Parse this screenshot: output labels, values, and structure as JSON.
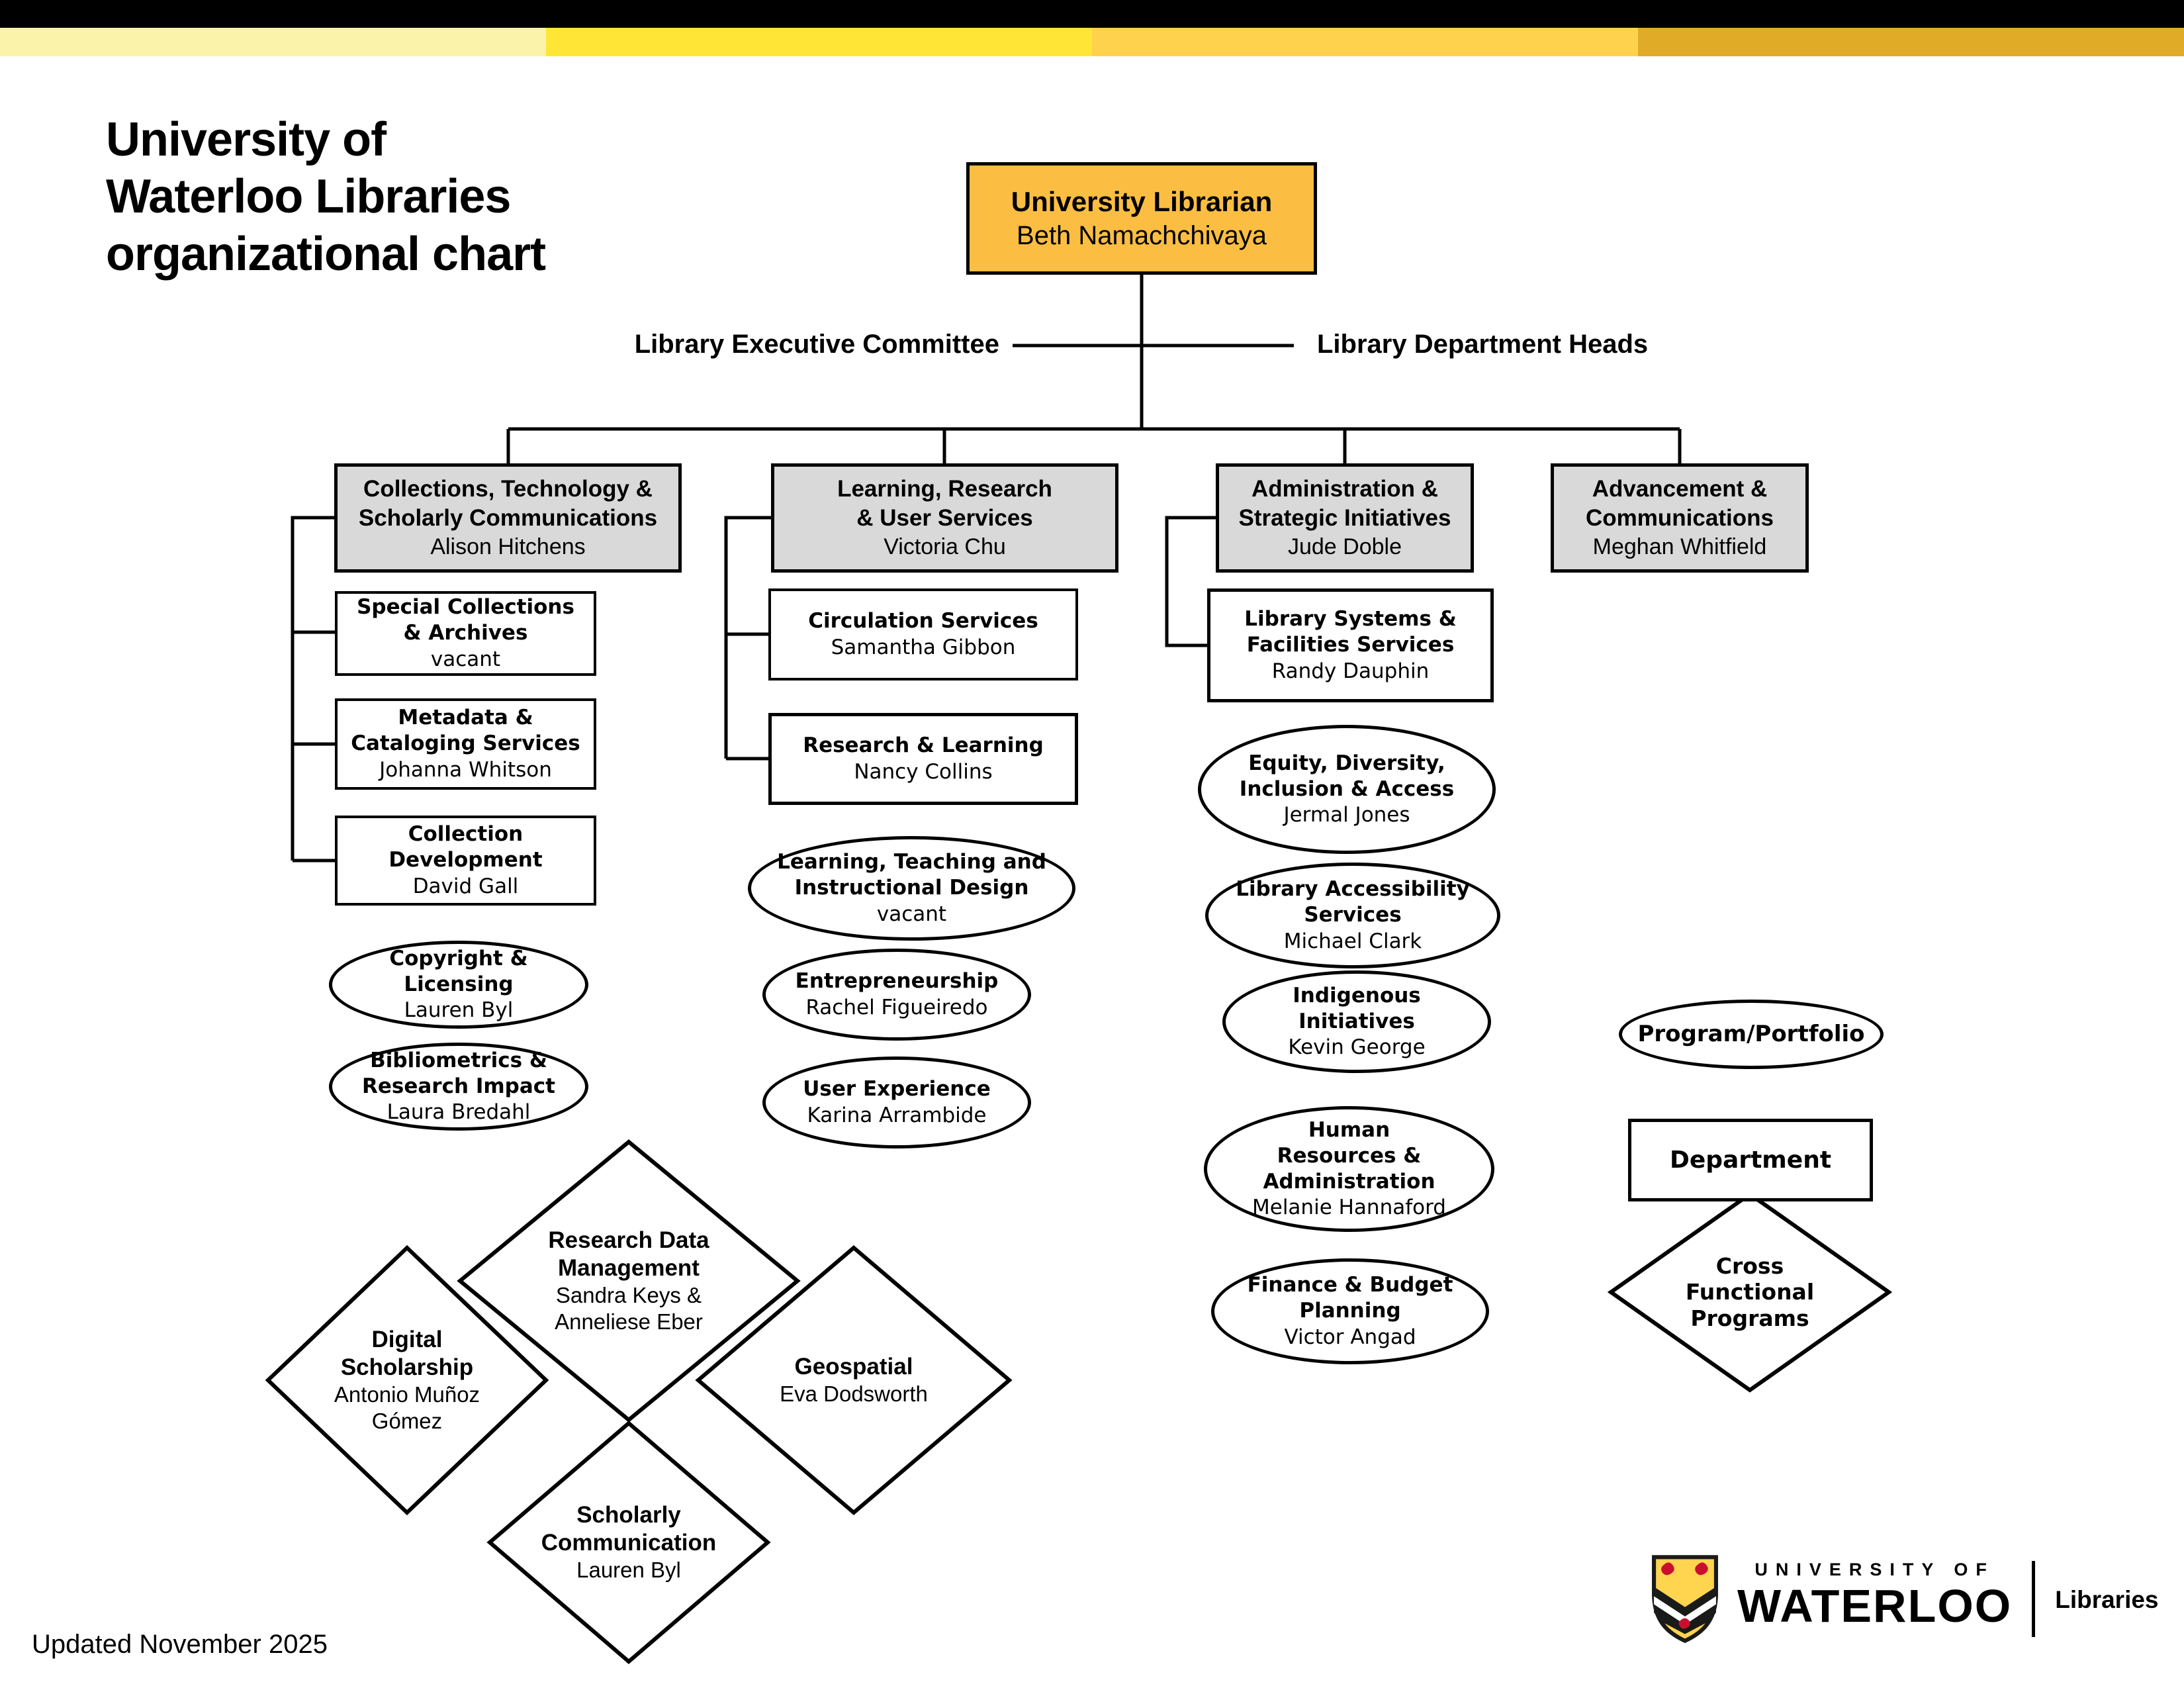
{
  "header": {
    "title": "University of\nWaterloo Libraries\norganizational chart"
  },
  "committee_labels": {
    "left": "Library Executive Committee",
    "right": "Library Department Heads"
  },
  "nodes": {
    "university_librarian": {
      "title": "University Librarian",
      "name": "Beth Namachchivaya"
    },
    "collections": {
      "title": "Collections, Technology &\nScholarly Communications",
      "name": "Alison Hitchens"
    },
    "learning": {
      "title": "Learning, Research\n& User Services",
      "name": "Victoria Chu"
    },
    "admin": {
      "title": "Administration &\nStrategic Initiatives",
      "name": "Jude Doble"
    },
    "advancement": {
      "title": "Advancement &\nCommunications",
      "name": "Meghan Whitfield"
    },
    "special_collections": {
      "title": "Special Collections\n& Archives",
      "name": "vacant"
    },
    "metadata": {
      "title": "Metadata &\nCataloging Services",
      "name": "Johanna Whitson"
    },
    "collection_development": {
      "title": "Collection\nDevelopment",
      "name": "David Gall"
    },
    "copyright": {
      "title": "Copyright &\nLicensing",
      "name": "Lauren Byl"
    },
    "bibliometrics": {
      "title": "Bibliometrics &\nResearch Impact",
      "name": "Laura Bredahl"
    },
    "circulation": {
      "title": "Circulation Services",
      "name": "Samantha Gibbon"
    },
    "research_learning": {
      "title": "Research & Learning",
      "name": "Nancy Collins"
    },
    "ltid": {
      "title": "Learning, Teaching and\nInstructional Design",
      "name": "vacant"
    },
    "entrepreneurship": {
      "title": "Entrepreneurship",
      "name": "Rachel Figueiredo"
    },
    "user_experience": {
      "title": "User Experience",
      "name": "Karina Arrambide"
    },
    "library_systems": {
      "title": "Library Systems &\nFacilities Services",
      "name": "Randy Dauphin"
    },
    "edi": {
      "title": "Equity, Diversity,\nInclusion & Access",
      "name": "Jermal Jones"
    },
    "accessibility": {
      "title": "Library Accessibility\nServices",
      "name": "Michael Clark"
    },
    "indigenous": {
      "title": "Indigenous\nInitiatives",
      "name": "Kevin George"
    },
    "hr": {
      "title": "Human\nResources &\nAdministration",
      "name": "Melanie Hannaford"
    },
    "finance": {
      "title": "Finance & Budget\nPlanning",
      "name": "Victor Angad"
    },
    "rdm": {
      "title": "Research Data\nManagement",
      "name": "Sandra Keys &\nAnneliese Eber"
    },
    "digital_scholarship": {
      "title": "Digital\nScholarship",
      "name": "Antonio Muñoz\nGómez"
    },
    "geospatial": {
      "title": "Geospatial",
      "name": "Eva Dodsworth"
    },
    "scholarly_comm": {
      "title": "Scholarly\nCommunication",
      "name": "Lauren Byl"
    }
  },
  "legend": {
    "program_portfolio": "Program/Portfolio",
    "department": "Department",
    "cross_functional": "Cross\nFunctional\nPrograms"
  },
  "footer": {
    "updated": "Updated November 2025"
  },
  "logo": {
    "university_of": "UNIVERSITY OF",
    "waterloo": "WATERLOO",
    "unit": "Libraries"
  },
  "colors": {
    "librarian_gold": "#FBBE42",
    "department_gray": "#D9D9D9",
    "bar_pale": "#FAF3A9",
    "bar_yellow": "#FFE636",
    "bar_amber": "#FFD24E",
    "bar_ochre": "#E0AC28",
    "shield_gold": "#FFD44E",
    "shield_red": "#C8102E"
  }
}
